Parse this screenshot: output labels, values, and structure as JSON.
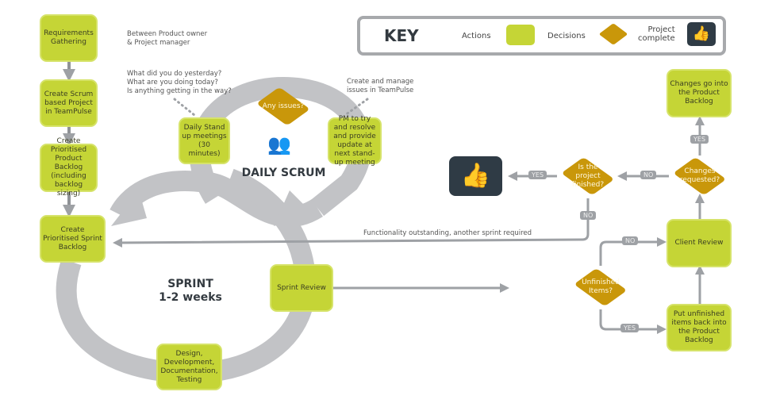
{
  "key": {
    "title": "KEY",
    "actions": "Actions",
    "decisions": "Decisions",
    "complete": "Project\ncomplete"
  },
  "colors": {
    "action": "#c5d536",
    "decision": "#c9970a",
    "arrow": "#a7a9ac",
    "complete": "#2f3b45"
  },
  "left": {
    "requirements": "Requirements Gathering",
    "create_scrum": "Create Scrum based Project in TeamPulse",
    "product_backlog": "Create Prioritised Product Backlog (including backlog sizing)",
    "sprint_backlog": "Create Prioritised Sprint Backlog"
  },
  "notes": {
    "between": "Between Product owner\n& Project manager",
    "questions": "What did you do yesterday?\nWhat are you doing today?\nIs anything getting in the way?",
    "manage": "Create and manage\nissues in TeamPulse",
    "functionality": "Functionality outstanding, another sprint required"
  },
  "scrum": {
    "standup": "Daily Stand up meetings (30 minutes)",
    "issues": "Any issues?",
    "pm": "PM to try and resolve and provide update at next stand-up meeting",
    "title": "DAILY SCRUM"
  },
  "sprint": {
    "title": "SPRINT\n1-2 weeks",
    "review": "Sprint Review",
    "design": "Design, Development, Documentation, Testing"
  },
  "right": {
    "finished": "Is the project finished?",
    "changes_requested": "Changes requested?",
    "changes_go": "Changes go into the Product Backlog",
    "client_review": "Client Review",
    "unfinished": "Unfinished Items?",
    "put_unfinished": "Put unfinished items back into the Product Backlog",
    "yes": "YES",
    "no": "NO"
  }
}
